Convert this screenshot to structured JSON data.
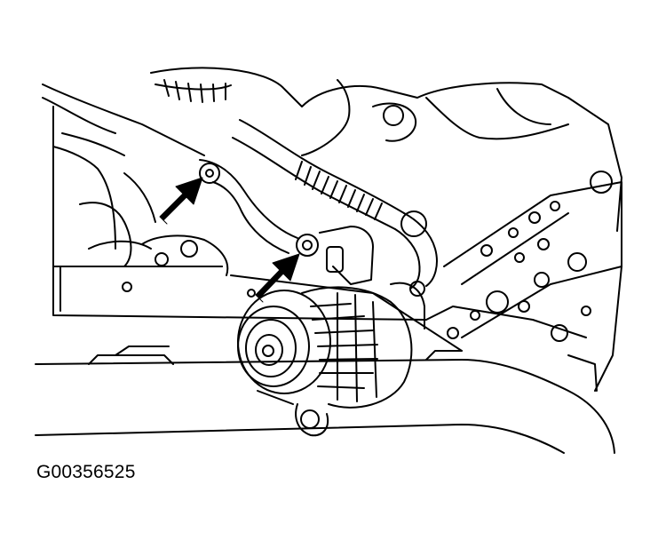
{
  "figure": {
    "id_label": "G00356525",
    "style": {
      "line_color": "#000000",
      "background": "#ffffff"
    },
    "callouts": [
      {
        "name": "upper-bolt-arrow",
        "icon": "arrow-icon"
      },
      {
        "name": "lower-bolt-arrow",
        "icon": "arrow-icon"
      }
    ]
  }
}
